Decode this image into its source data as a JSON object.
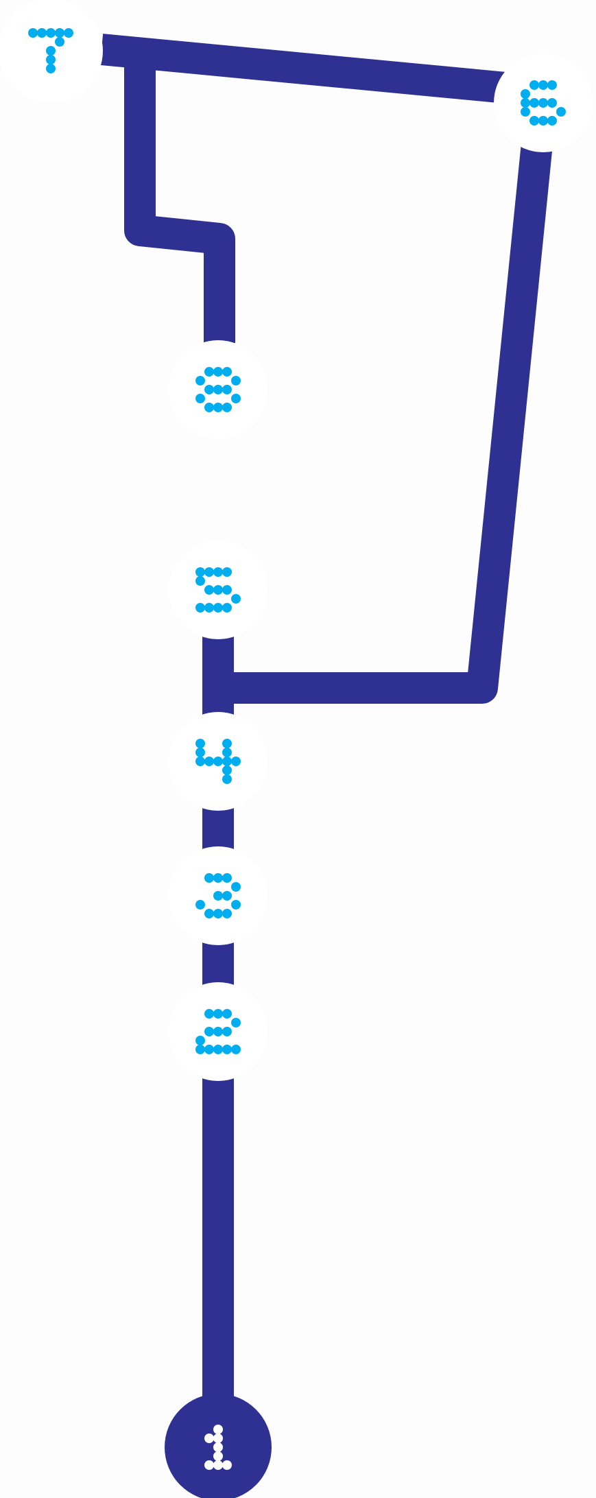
{
  "colors": {
    "background": "#fdfdfd",
    "track": "#2e3192",
    "node_fill": "#ffffff",
    "digit": "#00aeef",
    "start_fill": "#2e3192",
    "start_digit": "#ffffff"
  },
  "nodes": [
    {
      "id": "1",
      "label": "1",
      "kind": "start"
    },
    {
      "id": "2",
      "label": "2",
      "kind": "level"
    },
    {
      "id": "3",
      "label": "3",
      "kind": "level"
    },
    {
      "id": "4",
      "label": "4",
      "kind": "level"
    },
    {
      "id": "5",
      "label": "5",
      "kind": "level"
    },
    {
      "id": "6",
      "label": "6",
      "kind": "level"
    },
    {
      "id": "7",
      "label": "7",
      "kind": "level"
    },
    {
      "id": "8",
      "label": "8",
      "kind": "level"
    }
  ]
}
